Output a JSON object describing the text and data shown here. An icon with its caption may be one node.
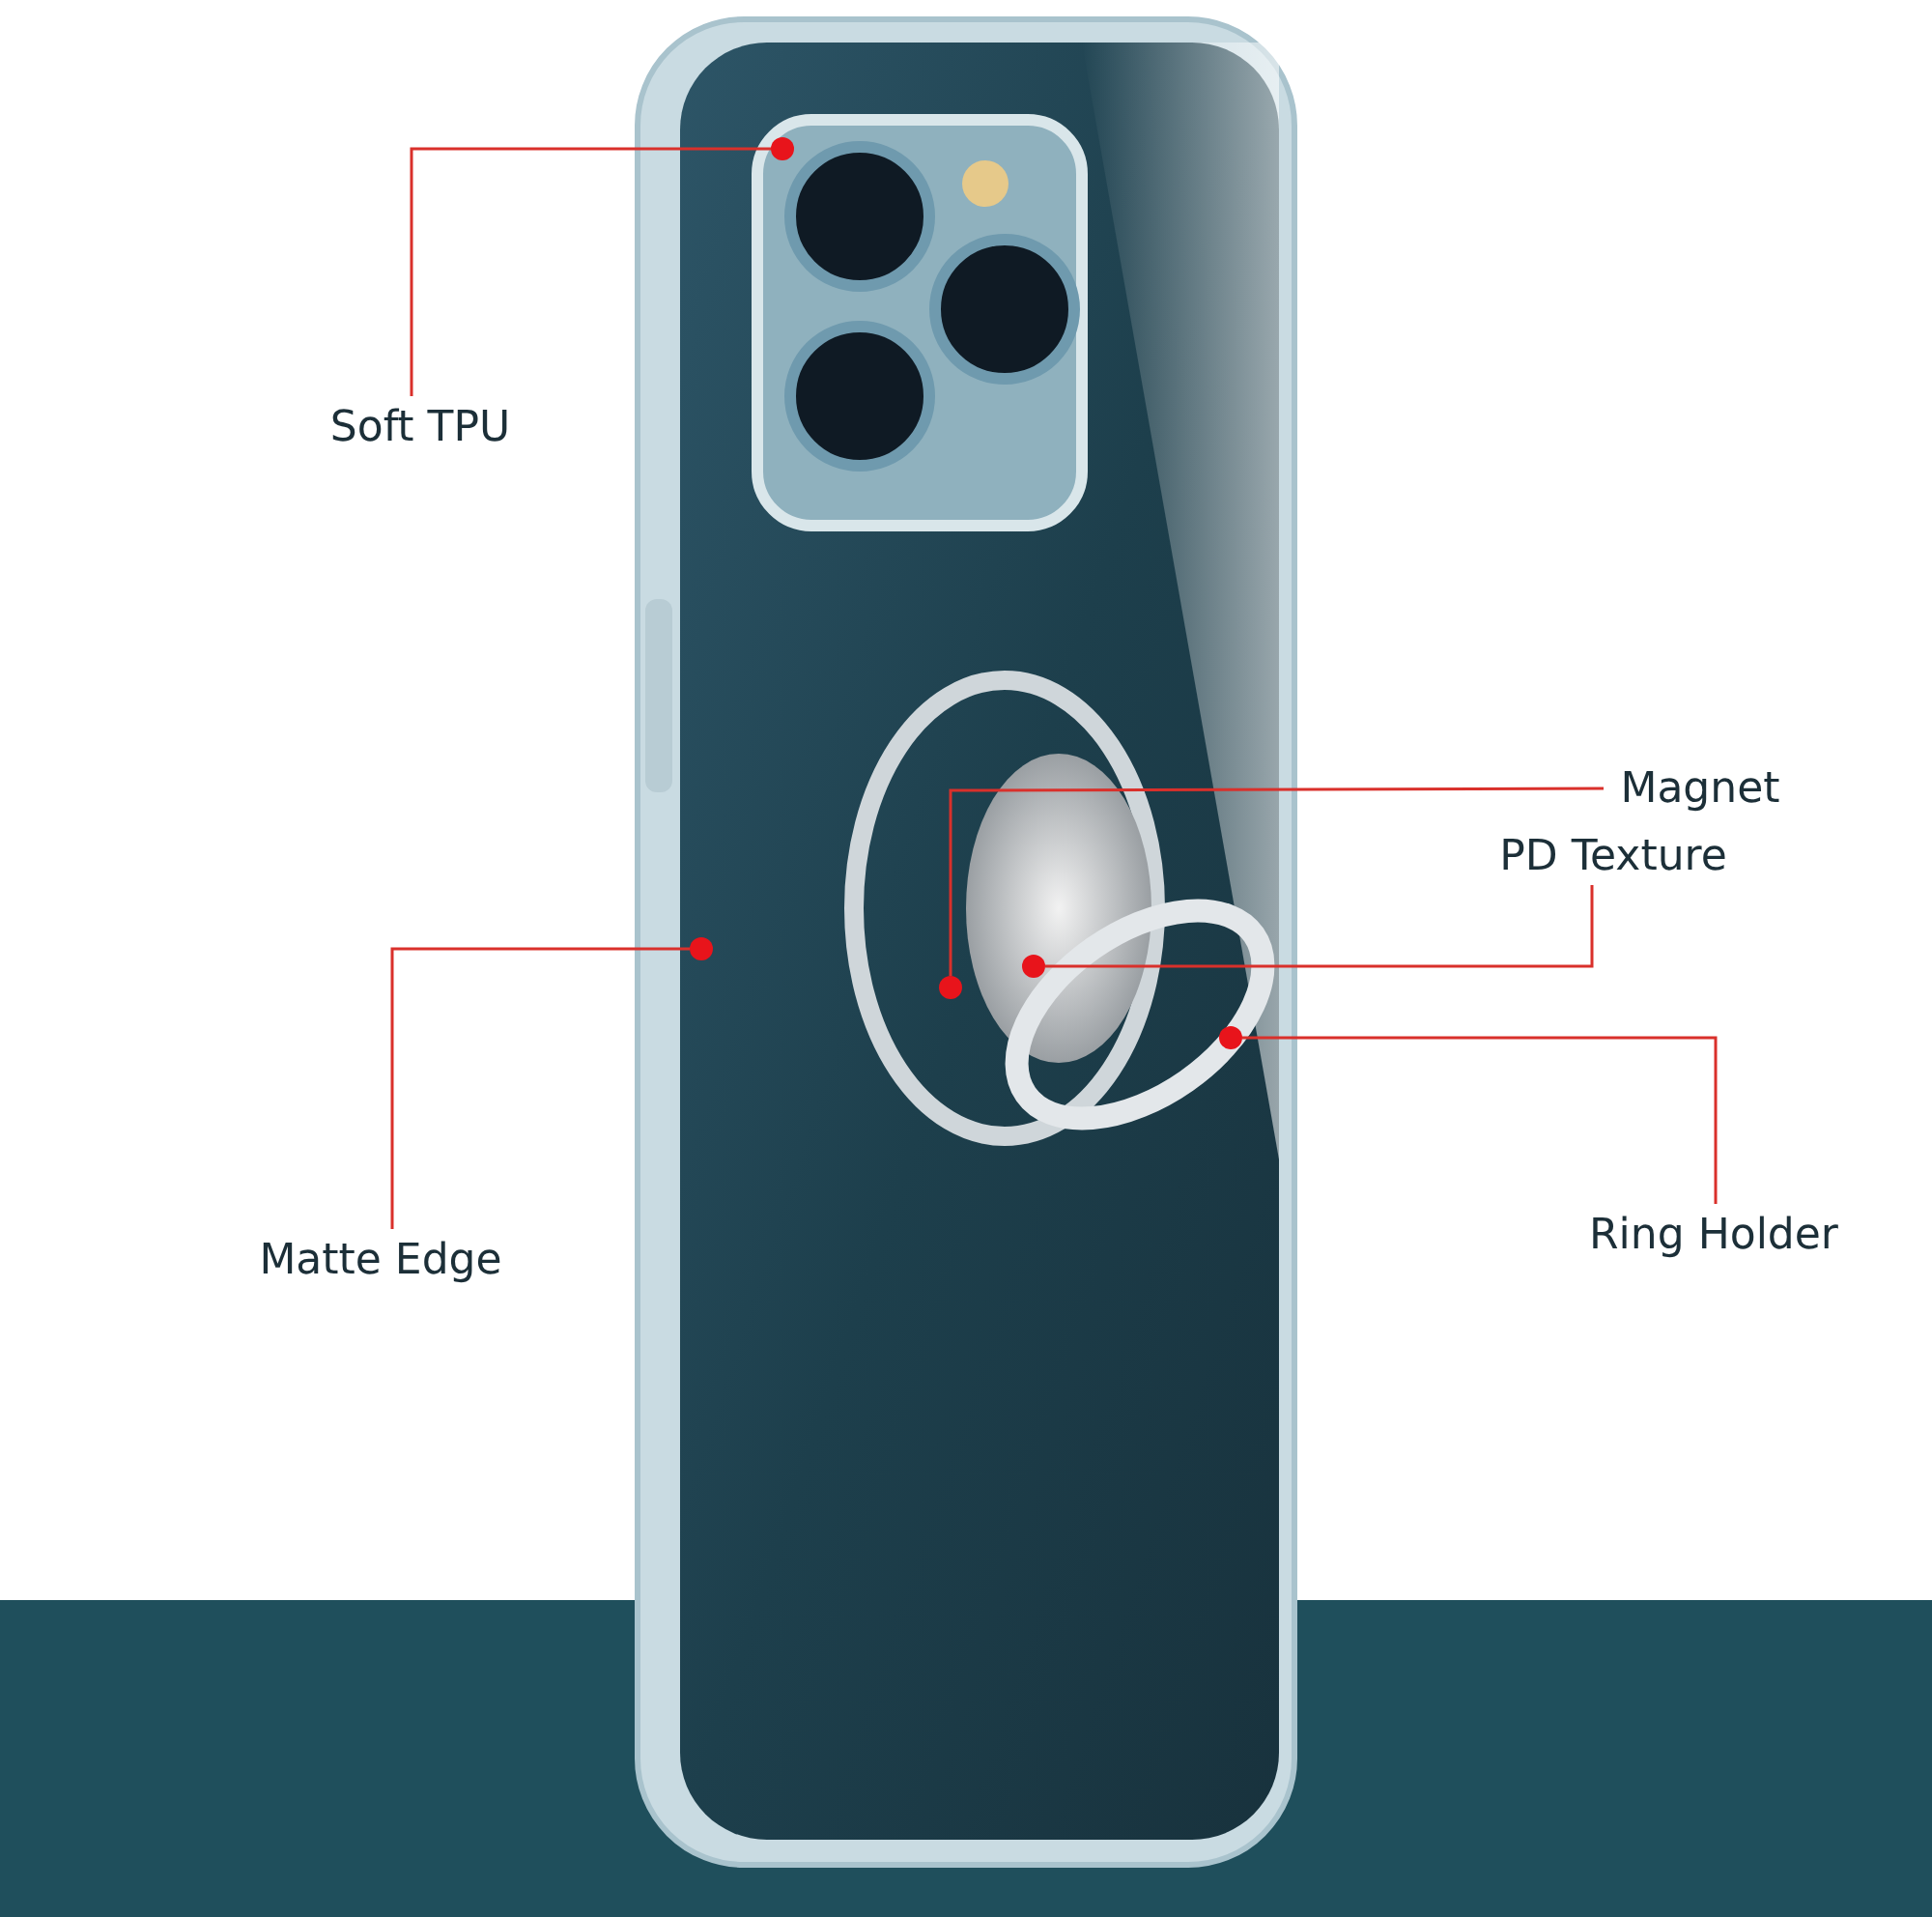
{
  "diagram": {
    "nodes": [
      {
        "text": [
          "Soft TPU"
        ]
      },
      {
        "text": [
          "Magnet"
        ]
      },
      {
        "text": [
          "PD Texture"
        ]
      },
      {
        "text": [
          "Matte Edge"
        ]
      },
      {
        "text": [
          "Ring Holder"
        ]
      },
      {
        "text": [],
        "shape": "circle"
      },
      {
        "text": [],
        "shape": "circle"
      },
      {
        "text": [],
        "shape": "circle"
      },
      {
        "text": [],
        "shape": "circle"
      },
      {
        "text": [],
        "shape": "circle"
      }
    ],
    "edges": [
      {
        "from": 0,
        "to": 5,
        "arrow": "none"
      },
      {
        "from": 1,
        "to": 8,
        "arrow": "none"
      },
      {
        "from": 2,
        "to": 7,
        "arrow": "none"
      },
      {
        "from": 3,
        "to": 6,
        "arrow": "none"
      },
      {
        "from": 4,
        "to": 9,
        "arrow": "none"
      }
    ]
  }
}
